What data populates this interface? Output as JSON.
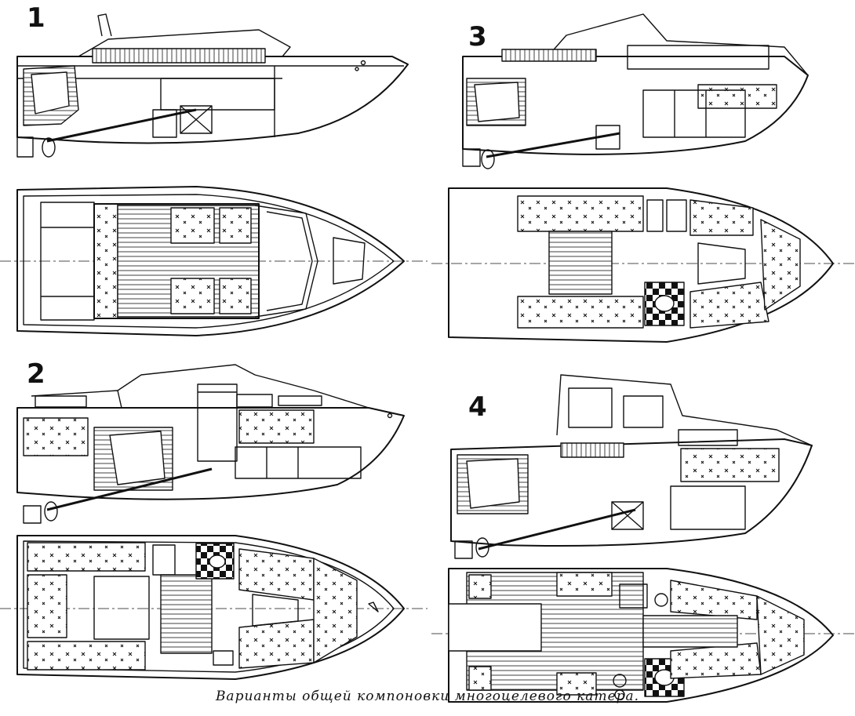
{
  "variants": [
    {
      "number": "1"
    },
    {
      "number": "2"
    },
    {
      "number": "3"
    },
    {
      "number": "4"
    }
  ],
  "caption": "Варианты общей компоновки многоцелевого катера.",
  "colors": {
    "ink": "#111111",
    "paper": "#ffffff"
  }
}
